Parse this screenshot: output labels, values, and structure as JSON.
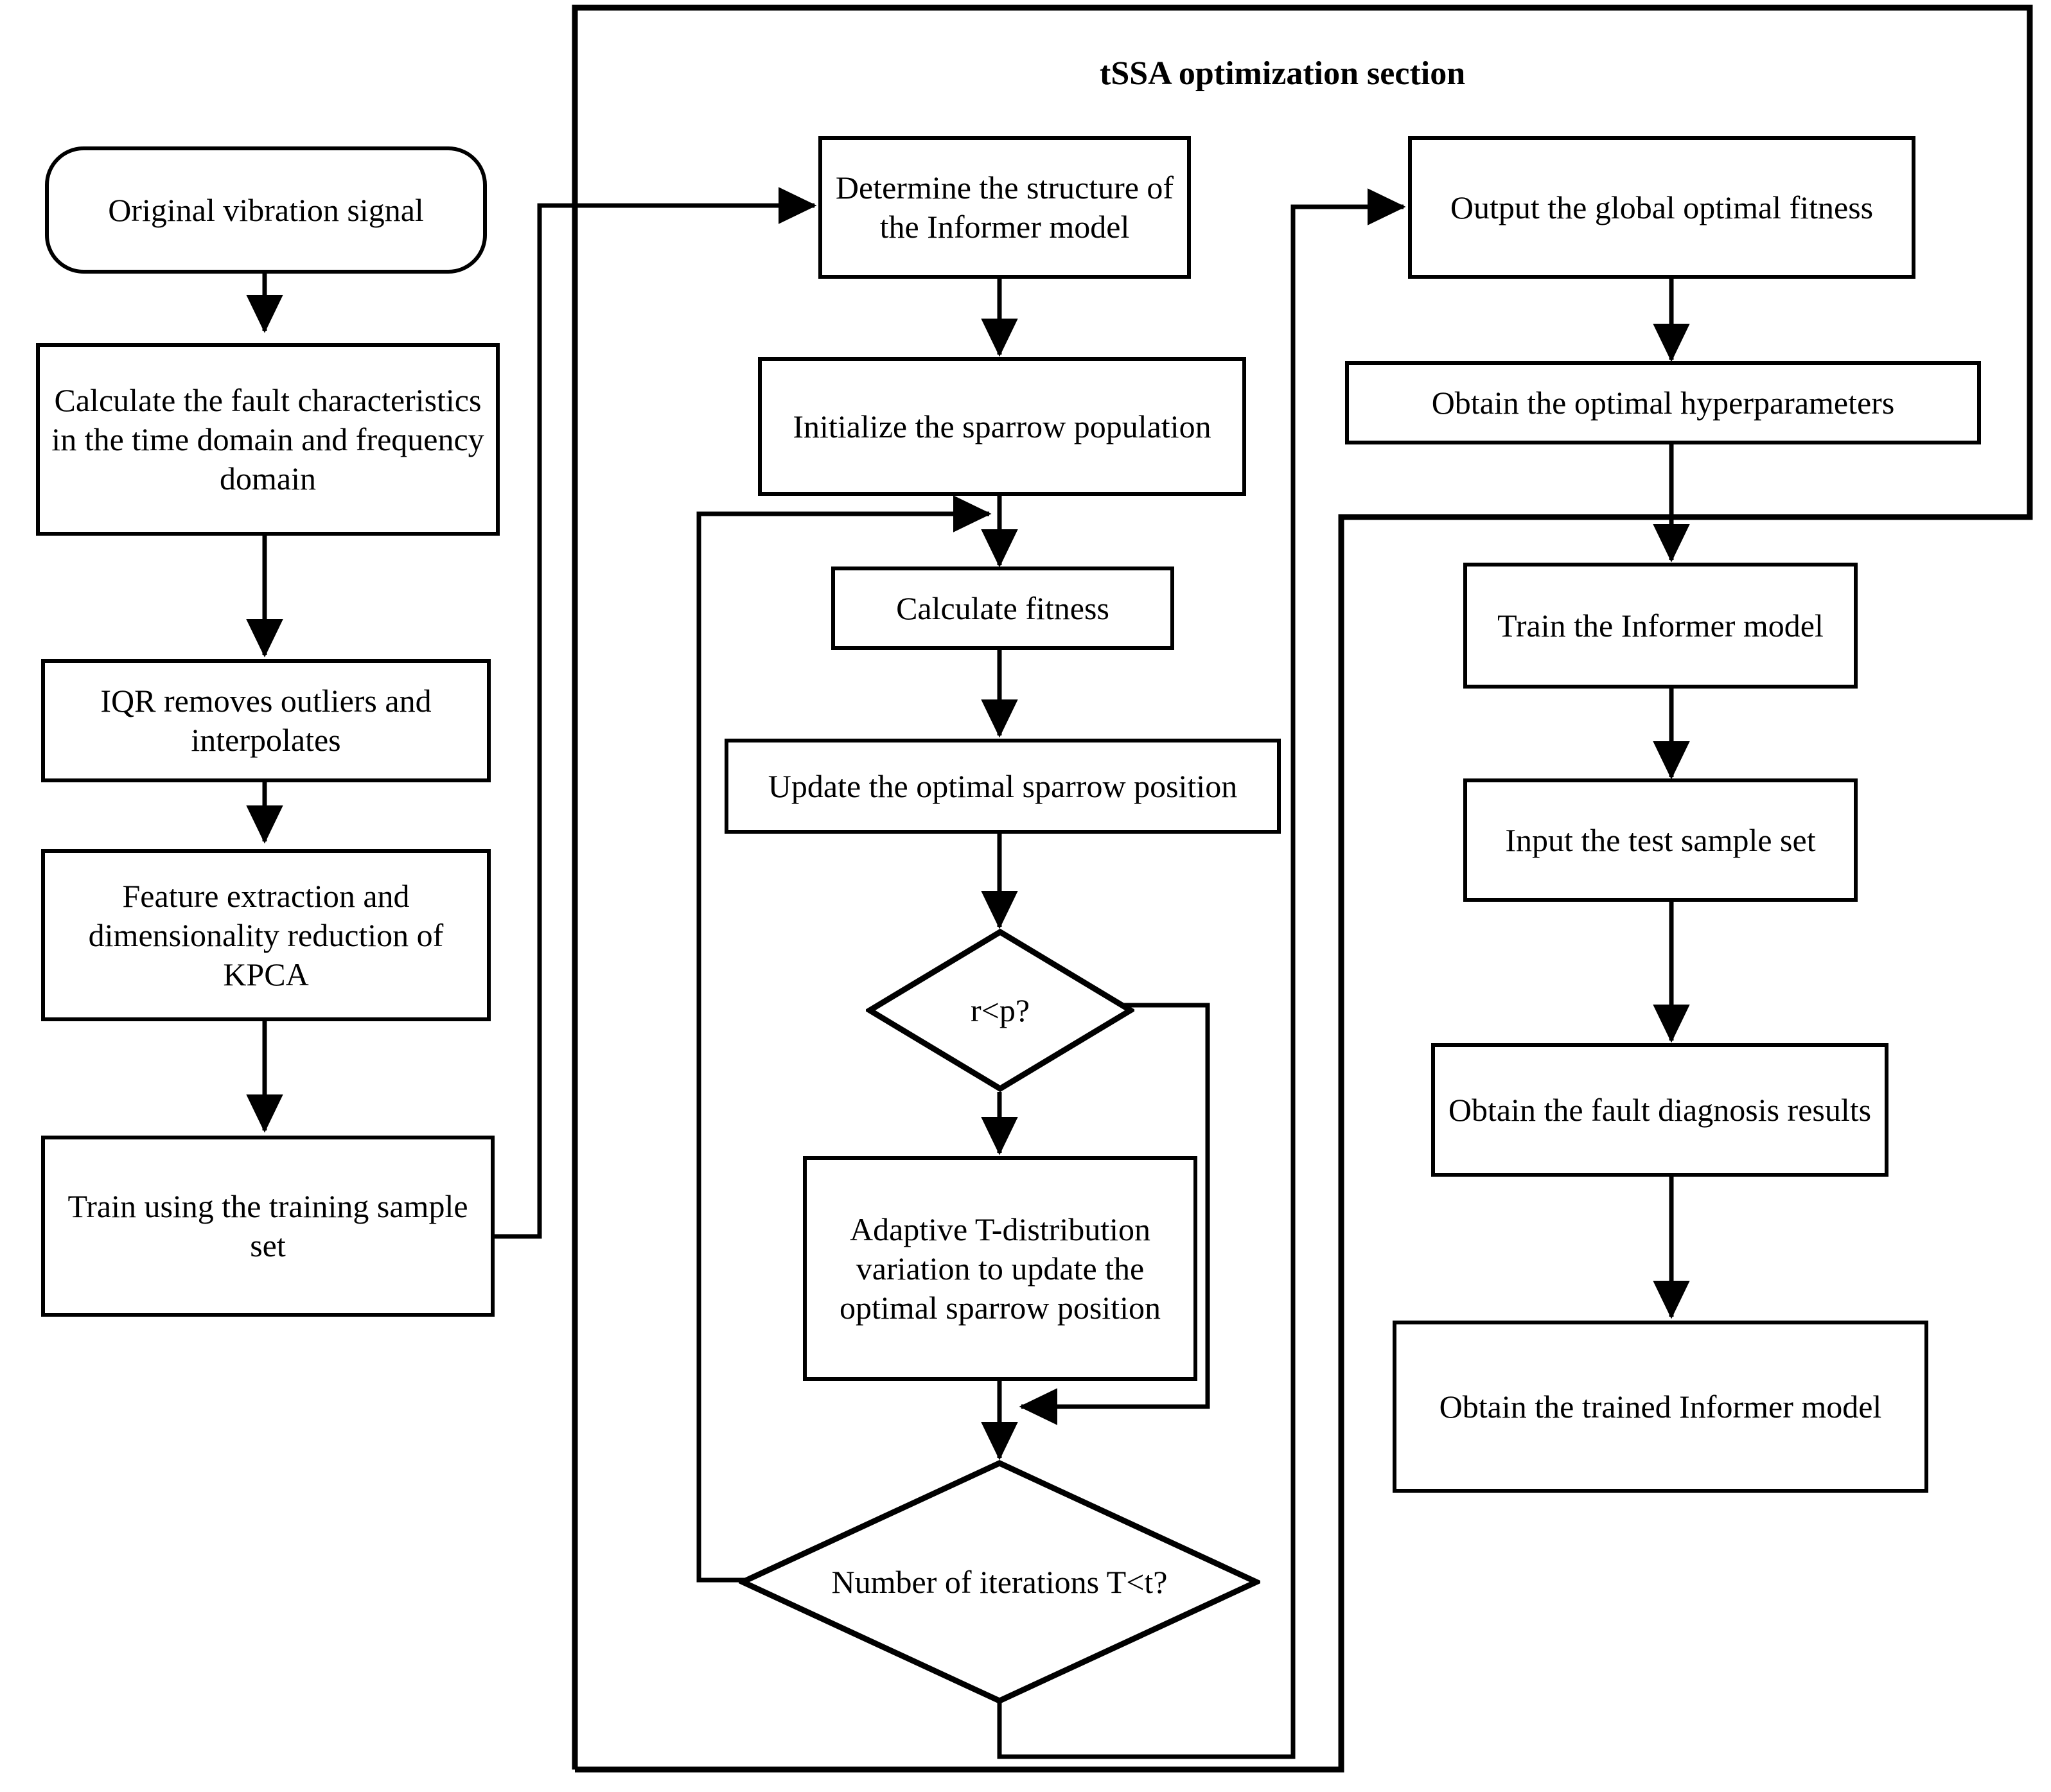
{
  "diagram": {
    "type": "flowchart",
    "title": "tSSA optimization section",
    "section_label": "tSSA optimization section",
    "colors": {
      "stroke": "#000000",
      "fill": "#ffffff",
      "text": "#000000"
    },
    "left_pipeline": [
      {
        "id": "original-vibration-signal",
        "shape": "terminator",
        "label": "Original vibration signal"
      },
      {
        "id": "calculate-fault-characteristics",
        "shape": "process",
        "label": "Calculate the fault characteristics in the time domain and frequency domain"
      },
      {
        "id": "iqr-removes-outliers",
        "shape": "process",
        "label": "IQR removes outliers and interpolates"
      },
      {
        "id": "feature-extraction-kpca",
        "shape": "process",
        "label": "Feature extraction and dimensionality reduction of KPCA"
      },
      {
        "id": "train-using-training-sample-set",
        "shape": "process",
        "label": "Train using the training sample set"
      }
    ],
    "middle_pipeline": [
      {
        "id": "determine-informer-structure",
        "shape": "process",
        "label": "Determine the structure of the Informer model"
      },
      {
        "id": "initialize-sparrow-population",
        "shape": "process",
        "label": "Initialize the sparrow population"
      },
      {
        "id": "calculate-fitness",
        "shape": "process",
        "label": "Calculate fitness"
      },
      {
        "id": "update-optimal-sparrow-position",
        "shape": "process",
        "label": "Update the optimal sparrow position"
      },
      {
        "id": "decision-r-lt-p",
        "shape": "decision",
        "label": "r<p?"
      },
      {
        "id": "adaptive-t-distribution-variation",
        "shape": "process",
        "label": "Adaptive T-distribution variation to update the optimal sparrow position"
      },
      {
        "id": "decision-number-of-iterations",
        "shape": "decision",
        "label": "Number of iterations T<t?"
      }
    ],
    "right_pipeline": [
      {
        "id": "output-global-optimal-fitness",
        "shape": "process",
        "label": "Output the global optimal fitness"
      },
      {
        "id": "obtain-optimal-hyperparameters",
        "shape": "process",
        "label": "Obtain the optimal hyperparameters"
      },
      {
        "id": "train-the-informer-model",
        "shape": "process",
        "label": "Train the Informer model"
      },
      {
        "id": "input-test-sample-set",
        "shape": "process",
        "label": "Input the test sample set"
      },
      {
        "id": "obtain-fault-diagnosis-results",
        "shape": "process",
        "label": "Obtain the fault diagnosis results"
      },
      {
        "id": "obtain-trained-informer-model",
        "shape": "process",
        "label": "Obtain the trained Informer model"
      }
    ]
  }
}
